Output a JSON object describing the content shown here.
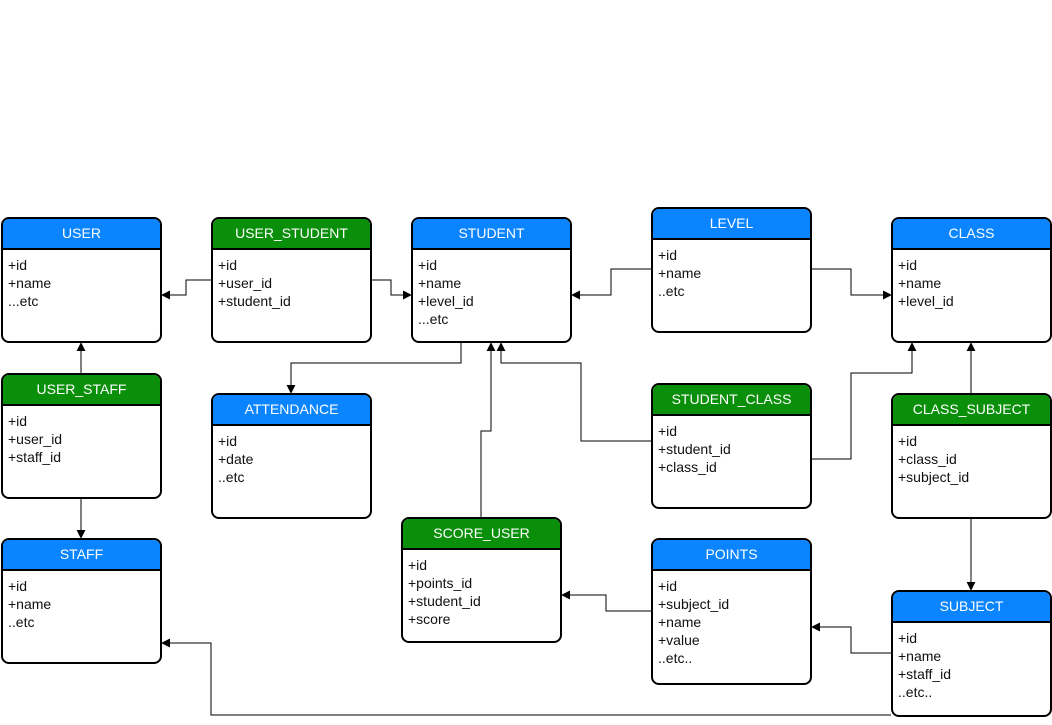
{
  "diagram": {
    "colors": {
      "entity": "#0a84ff",
      "relation": "#0a8f0a",
      "line": "#000000"
    },
    "entities": [
      {
        "key": "user",
        "title": "USER",
        "kind": "entity",
        "fields": [
          "+id",
          "+name",
          "...etc"
        ]
      },
      {
        "key": "user_student",
        "title": "USER_STUDENT",
        "kind": "relation",
        "fields": [
          "+id",
          "+user_id",
          "+student_id"
        ]
      },
      {
        "key": "student",
        "title": "STUDENT",
        "kind": "entity",
        "fields": [
          "+id",
          "+name",
          "+level_id",
          "...etc"
        ]
      },
      {
        "key": "level",
        "title": "LEVEL",
        "kind": "entity",
        "fields": [
          "+id",
          "+name",
          "..etc"
        ]
      },
      {
        "key": "class",
        "title": "CLASS",
        "kind": "entity",
        "fields": [
          "+id",
          "+name",
          "+level_id"
        ]
      },
      {
        "key": "user_staff",
        "title": "USER_STAFF",
        "kind": "relation",
        "fields": [
          "+id",
          "+user_id",
          "+staff_id"
        ]
      },
      {
        "key": "attendance",
        "title": "ATTENDANCE",
        "kind": "entity",
        "fields": [
          "+id",
          "+date",
          "..etc"
        ]
      },
      {
        "key": "student_class",
        "title": "STUDENT_CLASS",
        "kind": "relation",
        "fields": [
          "+id",
          "+student_id",
          "+class_id"
        ]
      },
      {
        "key": "class_subject",
        "title": "CLASS_SUBJECT",
        "kind": "relation",
        "fields": [
          "+id",
          "+class_id",
          "+subject_id"
        ]
      },
      {
        "key": "staff",
        "title": "STAFF",
        "kind": "entity",
        "fields": [
          "+id",
          "+name",
          "..etc"
        ]
      },
      {
        "key": "score_user",
        "title": "SCORE_USER",
        "kind": "relation",
        "fields": [
          "+id",
          "+points_id",
          "+student_id",
          "+score"
        ]
      },
      {
        "key": "points",
        "title": "POINTS",
        "kind": "entity",
        "fields": [
          "+id",
          "+subject_id",
          "+name",
          "+value",
          "..etc.."
        ]
      },
      {
        "key": "subject",
        "title": "SUBJECT",
        "kind": "entity",
        "fields": [
          "+id",
          "+name",
          "+staff_id",
          "..etc.."
        ]
      }
    ],
    "connections": [
      {
        "from": "user_student",
        "to": "user"
      },
      {
        "from": "user_student",
        "to": "student"
      },
      {
        "from": "level",
        "to": "student"
      },
      {
        "from": "level",
        "to": "class"
      },
      {
        "from": "user_staff",
        "to": "user"
      },
      {
        "from": "user_staff",
        "to": "staff"
      },
      {
        "from": "student",
        "to": "attendance"
      },
      {
        "from": "score_user",
        "to": "student"
      },
      {
        "from": "student_class",
        "to": "student"
      },
      {
        "from": "student_class",
        "to": "class"
      },
      {
        "from": "class_subject",
        "to": "class"
      },
      {
        "from": "class_subject",
        "to": "subject"
      },
      {
        "from": "points",
        "to": "score_user"
      },
      {
        "from": "subject",
        "to": "points"
      },
      {
        "from": "subject",
        "to": "staff"
      }
    ]
  }
}
